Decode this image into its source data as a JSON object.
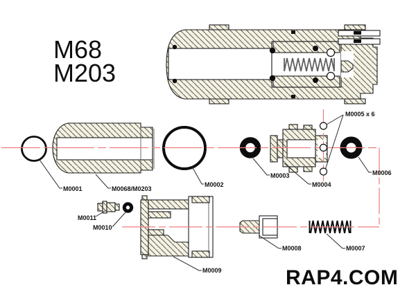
{
  "window": {
    "title_line1": "M68",
    "title_line2": "M203",
    "brand": "RAP4.COM"
  },
  "colors": {
    "centerline": "#ec7d7d",
    "hatch-fill": "#f5f2e1",
    "hatch-line": "#5a5a5a",
    "outline": "#1b1b1b",
    "label-color": "#111111"
  },
  "parts": {
    "m0001": {
      "label": "M0001"
    },
    "m0068_m0203": {
      "label": "M0068/M0203"
    },
    "m0002": {
      "label": "M0002"
    },
    "m0003": {
      "label": "M0003"
    },
    "m0004": {
      "label": "M0004"
    },
    "m0005": {
      "label": "M0005 x 6"
    },
    "m0006": {
      "label": "M0006"
    },
    "m0007": {
      "label": "M0007"
    },
    "m0008": {
      "label": "M0008"
    },
    "m0009": {
      "label": "M0009"
    },
    "m0010": {
      "label": "M0010"
    },
    "m0011": {
      "label": "M0011"
    }
  }
}
